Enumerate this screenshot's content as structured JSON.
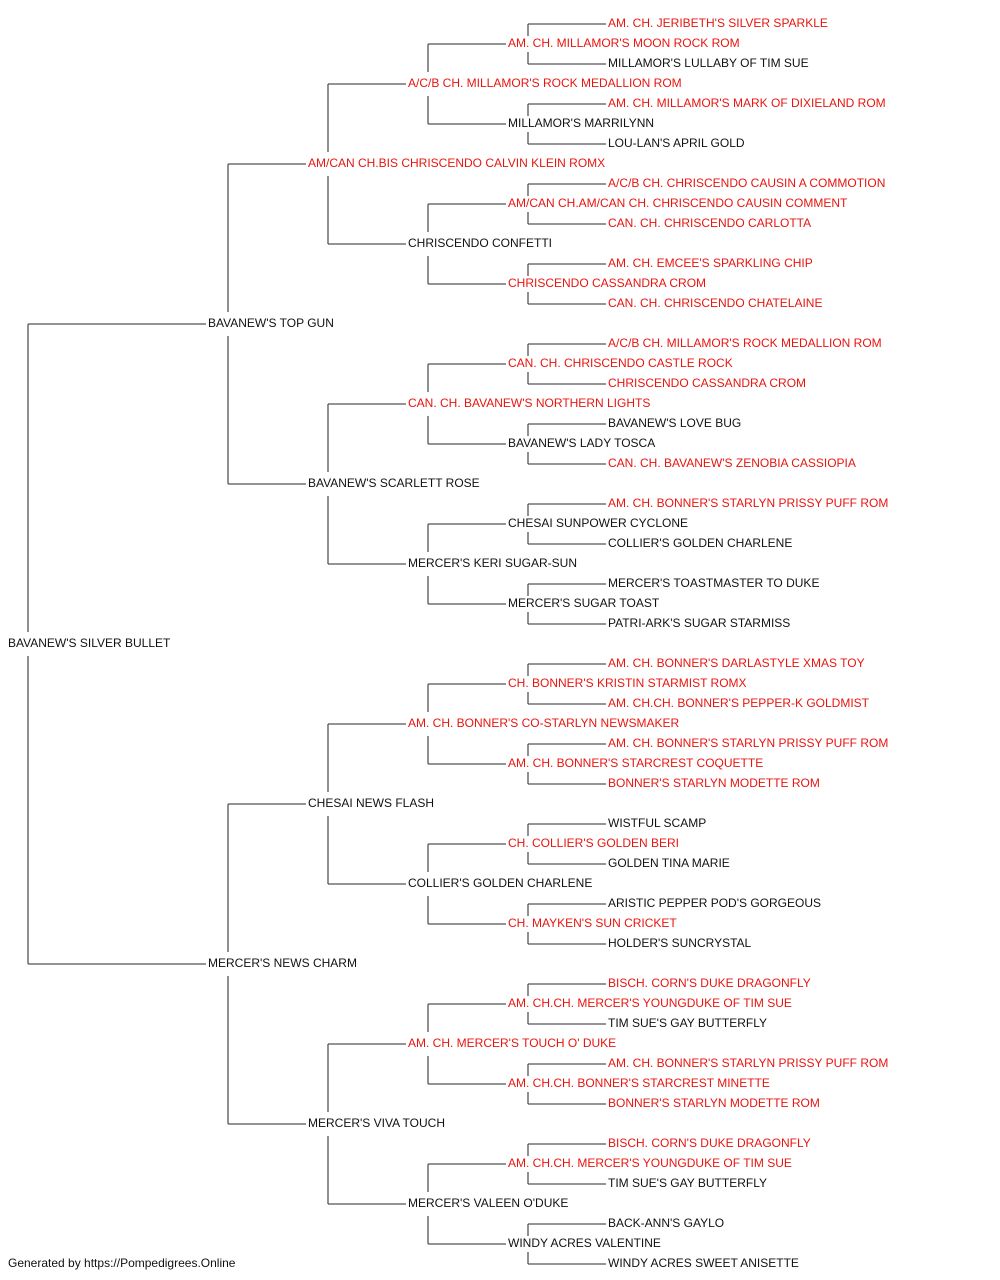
{
  "pedigree": {
    "name": "BAVANEW'S SILVER BULLET",
    "titled": false,
    "sire": {
      "name": "BAVANEW'S TOP GUN",
      "titled": false,
      "sire": {
        "name": "AM/CAN CH.BIS CHRISCENDO CALVIN KLEIN ROMX",
        "titled": true,
        "sire": {
          "name": "A/C/B CH. MILLAMOR'S ROCK MEDALLION ROM",
          "titled": true,
          "sire": {
            "name": "AM. CH. MILLAMOR'S MOON ROCK ROM",
            "titled": true,
            "sire": {
              "name": "AM. CH. JERIBETH'S SILVER SPARKLE",
              "titled": true
            },
            "dam": {
              "name": "MILLAMOR'S LULLABY OF TIM SUE",
              "titled": false
            }
          },
          "dam": {
            "name": "MILLAMOR'S MARRILYNN",
            "titled": false,
            "sire": {
              "name": "AM. CH. MILLAMOR'S MARK OF DIXIELAND ROM",
              "titled": true
            },
            "dam": {
              "name": "LOU-LAN'S APRIL GOLD",
              "titled": false
            }
          }
        },
        "dam": {
          "name": "CHRISCENDO CONFETTI",
          "titled": false,
          "sire": {
            "name": "AM/CAN CH.AM/CAN CH. CHRISCENDO CAUSIN COMMENT",
            "titled": true,
            "sire": {
              "name": "A/C/B CH. CHRISCENDO CAUSIN A COMMOTION",
              "titled": true
            },
            "dam": {
              "name": "CAN. CH. CHRISCENDO CARLOTTA",
              "titled": true
            }
          },
          "dam": {
            "name": "CHRISCENDO CASSANDRA CROM",
            "titled": true,
            "sire": {
              "name": "AM. CH. EMCEE'S SPARKLING CHIP",
              "titled": true
            },
            "dam": {
              "name": "CAN. CH. CHRISCENDO CHATELAINE",
              "titled": true
            }
          }
        }
      },
      "dam": {
        "name": "BAVANEW'S SCARLETT ROSE",
        "titled": false,
        "sire": {
          "name": "CAN. CH. BAVANEW'S NORTHERN LIGHTS",
          "titled": true,
          "sire": {
            "name": "CAN. CH. CHRISCENDO CASTLE ROCK",
            "titled": true,
            "sire": {
              "name": "A/C/B CH. MILLAMOR'S ROCK MEDALLION ROM",
              "titled": true
            },
            "dam": {
              "name": "CHRISCENDO CASSANDRA CROM",
              "titled": true
            }
          },
          "dam": {
            "name": "BAVANEW'S LADY TOSCA",
            "titled": false,
            "sire": {
              "name": "BAVANEW'S LOVE BUG",
              "titled": false
            },
            "dam": {
              "name": "CAN. CH. BAVANEW'S ZENOBIA CASSIOPIA",
              "titled": true
            }
          }
        },
        "dam": {
          "name": "MERCER'S KERI SUGAR-SUN",
          "titled": false,
          "sire": {
            "name": "CHESAI SUNPOWER CYCLONE",
            "titled": false,
            "sire": {
              "name": "AM. CH. BONNER'S STARLYN PRISSY PUFF ROM",
              "titled": true
            },
            "dam": {
              "name": "COLLIER'S GOLDEN CHARLENE",
              "titled": false
            }
          },
          "dam": {
            "name": "MERCER'S SUGAR TOAST",
            "titled": false,
            "sire": {
              "name": "MERCER'S TOASTMASTER TO DUKE",
              "titled": false
            },
            "dam": {
              "name": "PATRI-ARK'S SUGAR STARMISS",
              "titled": false
            }
          }
        }
      }
    },
    "dam": {
      "name": "MERCER'S NEWS CHARM",
      "titled": false,
      "sire": {
        "name": "CHESAI NEWS FLASH",
        "titled": false,
        "sire": {
          "name": "AM. CH. BONNER'S CO-STARLYN NEWSMAKER",
          "titled": true,
          "sire": {
            "name": "CH. BONNER'S KRISTIN STARMIST ROMX",
            "titled": true,
            "sire": {
              "name": "AM. CH. BONNER'S DARLASTYLE XMAS TOY",
              "titled": true
            },
            "dam": {
              "name": "AM. CH.CH. BONNER'S PEPPER-K GOLDMIST",
              "titled": true
            }
          },
          "dam": {
            "name": "AM. CH. BONNER'S STARCREST COQUETTE",
            "titled": true,
            "sire": {
              "name": "AM. CH. BONNER'S STARLYN PRISSY PUFF ROM",
              "titled": true
            },
            "dam": {
              "name": "BONNER'S STARLYN MODETTE ROM",
              "titled": true
            }
          }
        },
        "dam": {
          "name": "COLLIER'S GOLDEN CHARLENE",
          "titled": false,
          "sire": {
            "name": "CH. COLLIER'S GOLDEN BERI",
            "titled": true,
            "sire": {
              "name": "WISTFUL SCAMP",
              "titled": false
            },
            "dam": {
              "name": "GOLDEN TINA MARIE",
              "titled": false
            }
          },
          "dam": {
            "name": "CH. MAYKEN'S SUN CRICKET",
            "titled": true,
            "sire": {
              "name": "ARISTIC PEPPER POD'S GORGEOUS",
              "titled": false
            },
            "dam": {
              "name": "HOLDER'S SUNCRYSTAL",
              "titled": false
            }
          }
        }
      },
      "dam": {
        "name": "MERCER'S VIVA TOUCH",
        "titled": false,
        "sire": {
          "name": "AM. CH. MERCER'S TOUCH O' DUKE",
          "titled": true,
          "sire": {
            "name": "AM. CH.CH. MERCER'S YOUNGDUKE OF TIM SUE",
            "titled": true,
            "sire": {
              "name": "BISCH. CORN'S DUKE DRAGONFLY",
              "titled": true
            },
            "dam": {
              "name": "TIM SUE'S GAY BUTTERFLY",
              "titled": false
            }
          },
          "dam": {
            "name": "AM. CH.CH. BONNER'S STARCREST MINETTE",
            "titled": true,
            "sire": {
              "name": "AM. CH. BONNER'S STARLYN PRISSY PUFF ROM",
              "titled": true
            },
            "dam": {
              "name": "BONNER'S STARLYN MODETTE ROM",
              "titled": true
            }
          }
        },
        "dam": {
          "name": "MERCER'S VALEEN O'DUKE",
          "titled": false,
          "sire": {
            "name": "AM. CH.CH. MERCER'S YOUNGDUKE OF TIM SUE",
            "titled": true,
            "sire": {
              "name": "BISCH. CORN'S DUKE DRAGONFLY",
              "titled": true
            },
            "dam": {
              "name": "TIM SUE'S GAY BUTTERFLY",
              "titled": false
            }
          },
          "dam": {
            "name": "WINDY ACRES VALENTINE",
            "titled": false,
            "sire": {
              "name": "BACK-ANN'S GAYLO",
              "titled": false
            },
            "dam": {
              "name": "WINDY ACRES SWEET ANISETTE",
              "titled": false
            }
          }
        }
      }
    }
  },
  "colors": {
    "titled": "#e8150f",
    "untitled": "#111111",
    "connector": "#555555"
  },
  "footer": "Generated by https://Pompedigrees.Online"
}
